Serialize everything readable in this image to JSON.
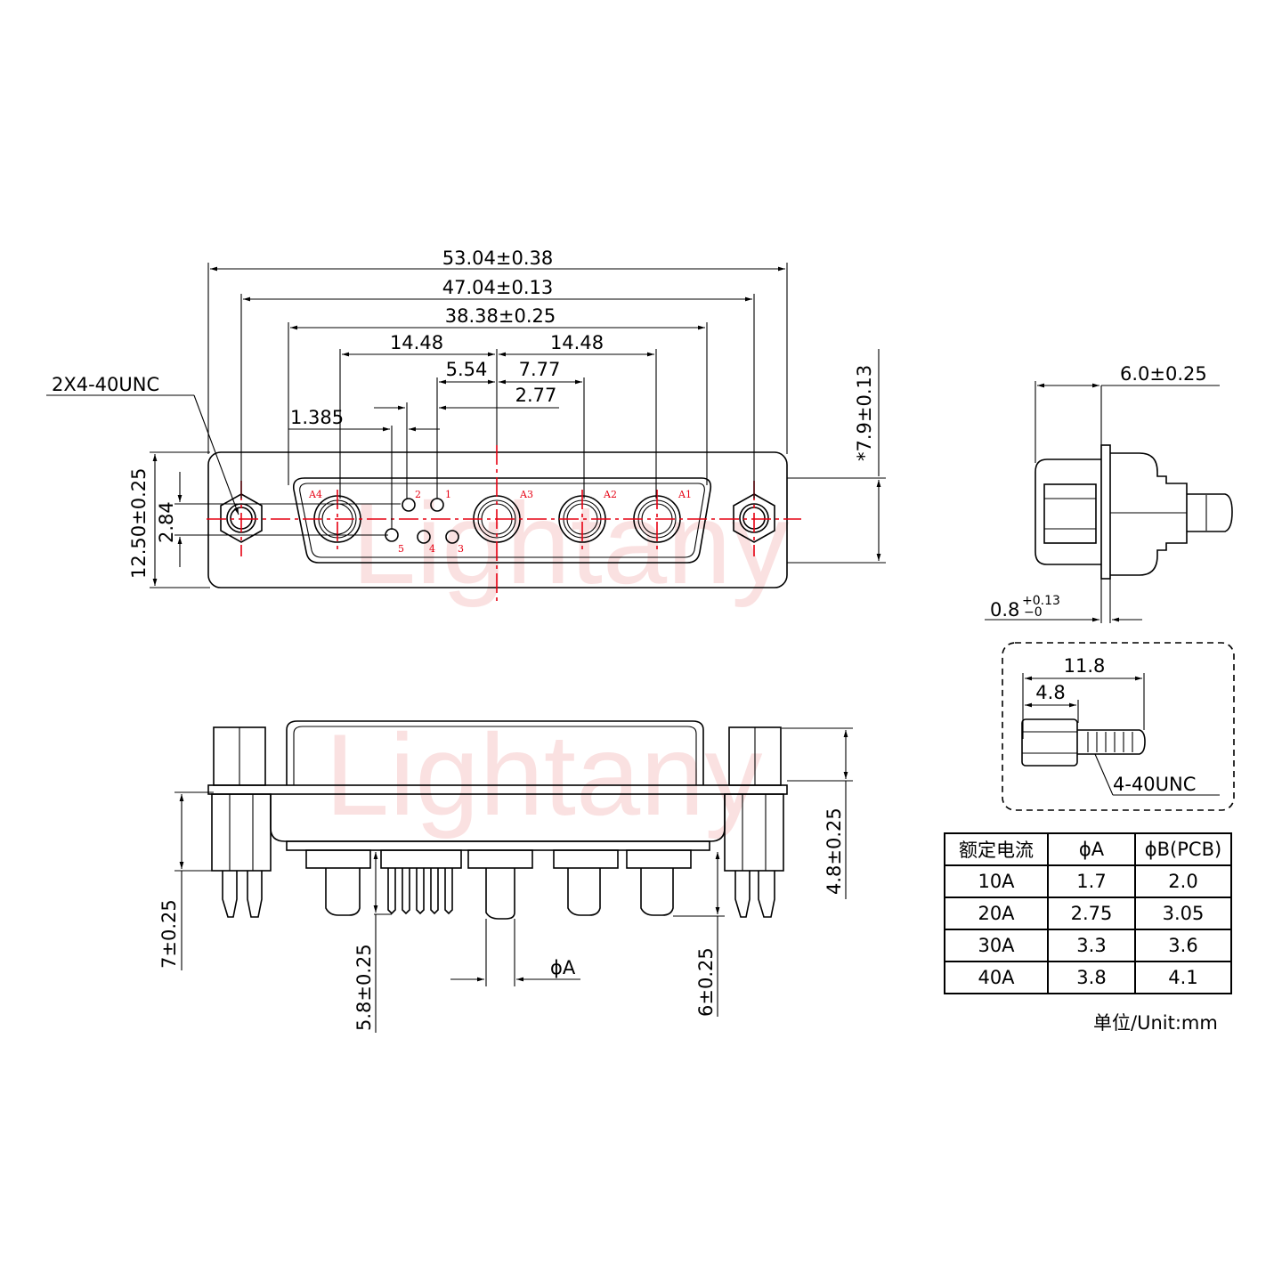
{
  "watermark": "Lightany",
  "front_view": {
    "dims": {
      "overall_width": "53.04±0.38",
      "mount_hole_pitch": "47.04±0.13",
      "shell_width": "38.38±0.25",
      "pitch_left": "14.48",
      "pitch_right": "14.48",
      "d_5_54": "5.54",
      "d_7_77": "7.77",
      "d_2_77": "2.77",
      "d_1_385": "1.385",
      "thread_callout": "2X4-40UNC",
      "flange_height": "12.50±0.25",
      "row_spacing": "2.84",
      "shell_height": "*7.9±0.13"
    },
    "contact_labels": [
      "A4",
      "A3",
      "A2",
      "A1"
    ],
    "signal_pin_labels": [
      "1",
      "2",
      "3",
      "4",
      "5"
    ]
  },
  "side_view": {
    "dims": {
      "depth": "6.0±0.25",
      "flange_thickness_base": "0.8",
      "flange_tol_upper": "+0.13",
      "flange_tol_lower": "−0"
    }
  },
  "standoff_detail": {
    "dims": {
      "overall_length": "11.8",
      "hex_length": "4.8",
      "thread": "4-40UNC"
    }
  },
  "bottom_view": {
    "dims": {
      "standoff_height": "4.8±0.25",
      "board_lock_length": "7±0.25",
      "signal_pin_length": "5.8±0.25",
      "power_pin_length": "6±0.25",
      "pin_diameter": "ϕA"
    }
  },
  "spec_table": {
    "headers": [
      "额定电流",
      "ϕA",
      "ϕB(PCB)"
    ],
    "rows": [
      [
        "10A",
        "1.7",
        "2.0"
      ],
      [
        "20A",
        "2.75",
        "3.05"
      ],
      [
        "30A",
        "3.3",
        "3.6"
      ],
      [
        "40A",
        "3.8",
        "4.1"
      ]
    ],
    "unit_note": "单位/Unit:mm"
  }
}
